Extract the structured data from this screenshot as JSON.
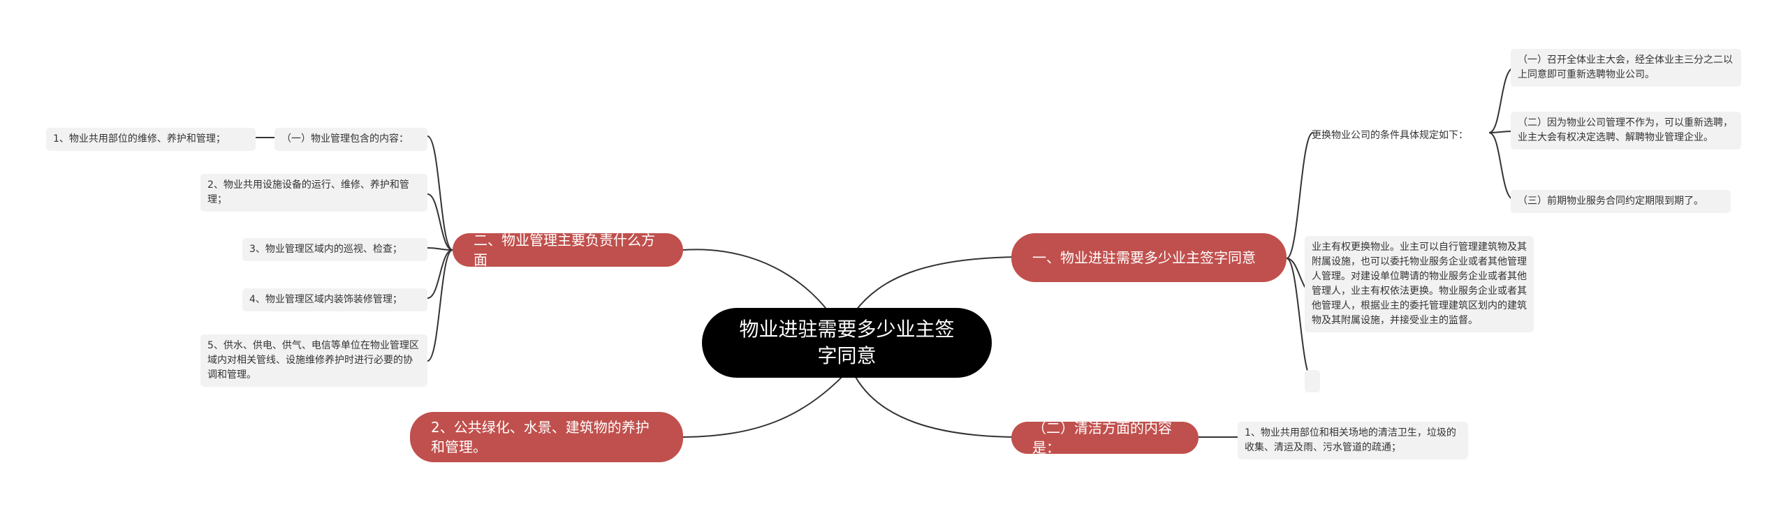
{
  "root": {
    "title": "物业进驻需要多少业主签字同意"
  },
  "branches": {
    "right1": {
      "label": "一、物业进驻需要多少业主签字同意"
    },
    "right2": {
      "label": "（二）清洁方面的内容是："
    },
    "left1": {
      "label": "二、物业管理主要负责什么方面"
    },
    "left2": {
      "label": "2、公共绿化、水景、建筑物的养护和管理。"
    }
  },
  "right1_children": {
    "conditions_title": "更换物业公司的条件具体规定如下：",
    "conditions": [
      "（一）召开全体业主大会，经全体业主三分之二以上同意即可重新选聘物业公司。",
      "（二）因为物业公司管理不作为，可以重新选聘，业主大会有权决定选聘、解聘物业管理企业。",
      "（三）前期物业服务合同约定期限到期了。"
    ],
    "rights_text": "业主有权更换物业。业主可以自行管理建筑物及其附属设施，也可以委托物业服务企业或者其他管理人管理。对建设单位聘请的物业服务企业或者其他管理人，业主有权依法更换。物业服务企业或者其他管理人，根据业主的委托管理建筑区划内的建筑物及其附属设施，并接受业主的监督。",
    "empty_text": ""
  },
  "right2_children": {
    "cleaning": "1、物业共用部位和相关场地的清洁卫生，垃圾的收集、清运及雨、污水管道的疏通；"
  },
  "left1_children": {
    "content_title": "（一）物业管理包含的内容：",
    "content_sub": "1、物业共用部位的维修、养护和管理；",
    "items": [
      "2、物业共用设施设备的运行、维修、养护和管理；",
      "3、物业管理区域内的巡视、检查；",
      "4、物业管理区域内装饰装修管理；",
      "5、供水、供电、供气、电信等单位在物业管理区域内对相关管线、设施维修养护时进行必要的协调和管理。"
    ]
  },
  "colors": {
    "branch": "#c0504d",
    "root": "#000000",
    "leaf_bg": "#f2f2f2",
    "line": "#333333"
  }
}
